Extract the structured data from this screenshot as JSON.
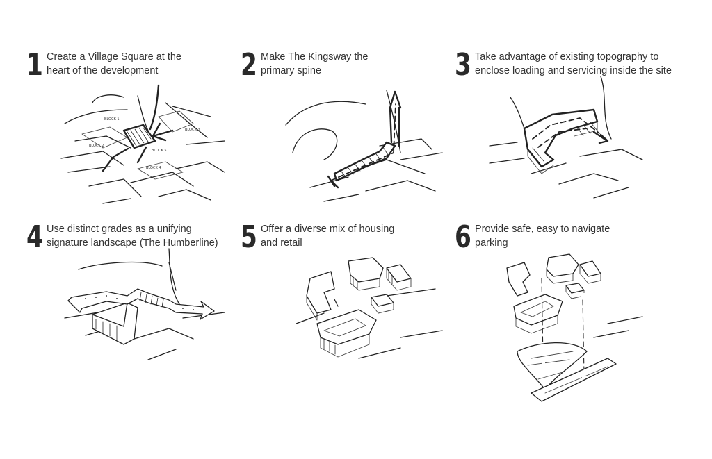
{
  "panels": [
    {
      "number": "1",
      "line1": "Create a Village Square at the",
      "line2": "heart of the development"
    },
    {
      "number": "2",
      "line1": "Make The Kingsway the",
      "line2": "primary spine"
    },
    {
      "number": "3",
      "line1": "Take advantage of existing topography to",
      "line2": "enclose loading and servicing inside the site"
    },
    {
      "number": "4",
      "line1": "Use distinct grades as a unifying",
      "line2": "signature landscape (The Humberline)"
    },
    {
      "number": "5",
      "line1": "Offer a diverse mix of housing",
      "line2": "and retail"
    },
    {
      "number": "6",
      "line1": "Provide safe, easy to navigate",
      "line2": "parking"
    }
  ],
  "sketch1_labels": {
    "block1": "BLOCK 1",
    "block2": "BLOCK 2",
    "block3": "BLOCK 3",
    "block4": "BLOCK 4",
    "block5": "BLOCK 5"
  }
}
